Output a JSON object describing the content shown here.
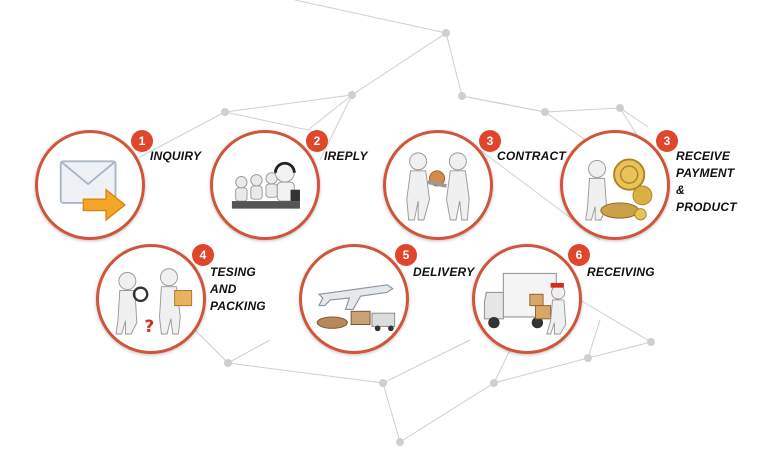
{
  "colors": {
    "accent": "#d0553a",
    "badge": "#e0462b",
    "network": "#c7c7c7"
  },
  "steps": [
    {
      "number": "1",
      "label": "INQUIRY",
      "icon": "envelope-arrow-icon"
    },
    {
      "number": "2",
      "label": "IREPLY",
      "icon": "call-center-icon"
    },
    {
      "number": "3",
      "label": "CONTRACT",
      "icon": "handshake-figures-icon"
    },
    {
      "number": "3",
      "label": "RECEIVE\nPAYMENT\n& PRODUCT",
      "icon": "gold-coins-icon"
    },
    {
      "number": "4",
      "label": "TESING\nAND PACKING",
      "icon": "inspection-figures-icon"
    },
    {
      "number": "5",
      "label": "DELIVERY",
      "icon": "airplane-truck-icon"
    },
    {
      "number": "6",
      "label": "RECEIVING",
      "icon": "moving-truck-icon"
    }
  ]
}
